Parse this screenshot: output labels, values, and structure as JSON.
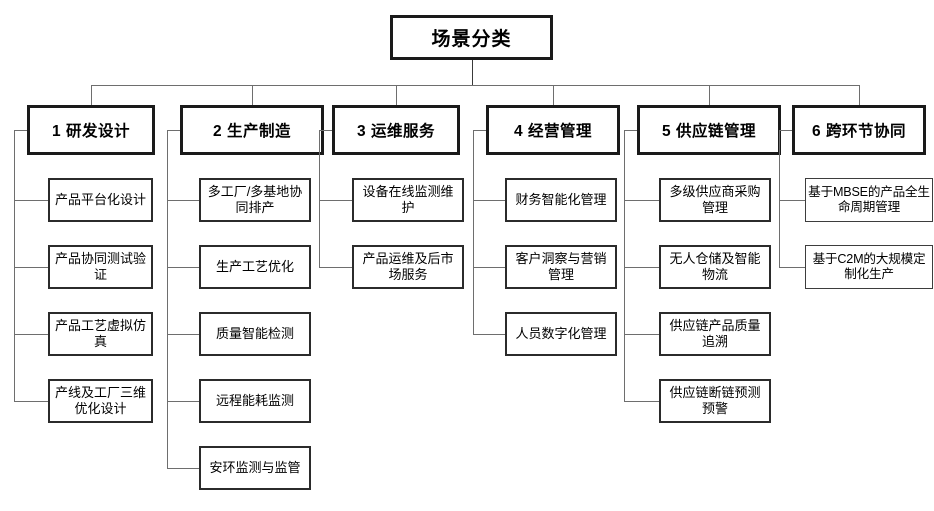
{
  "diagram": {
    "title": "场景分类",
    "type": "tree-hierarchy",
    "root": {
      "label": "场景分类"
    },
    "categories": [
      {
        "index": "1",
        "label": "1 研发设计",
        "items": [
          {
            "label": "产品平台化设计"
          },
          {
            "label": "产品协同测试验证"
          },
          {
            "label": "产品工艺虚拟仿真"
          },
          {
            "label": "产线及工厂三维优化设计"
          }
        ]
      },
      {
        "index": "2",
        "label": "2 生产制造",
        "items": [
          {
            "label": "多工厂/多基地协同排产"
          },
          {
            "label": "生产工艺优化"
          },
          {
            "label": "质量智能检测"
          },
          {
            "label": "远程能耗监测"
          },
          {
            "label": "安环监测与监管"
          }
        ]
      },
      {
        "index": "3",
        "label": "3 运维服务",
        "items": [
          {
            "label": "设备在线监测维护"
          },
          {
            "label": "产品运维及后市场服务"
          }
        ]
      },
      {
        "index": "4",
        "label": "4 经营管理",
        "items": [
          {
            "label": "财务智能化管理"
          },
          {
            "label": "客户洞察与营销管理"
          },
          {
            "label": "人员数字化管理"
          }
        ]
      },
      {
        "index": "5",
        "label": "5 供应链管理",
        "items": [
          {
            "label": "多级供应商采购管理"
          },
          {
            "label": "无人仓储及智能物流"
          },
          {
            "label": "供应链产品质量追溯"
          },
          {
            "label": "供应链断链预测预警"
          }
        ]
      },
      {
        "index": "6",
        "label": "6 跨环节协同",
        "items": [
          {
            "label": "基于MBSE的产品全生命周期管理"
          },
          {
            "label": "基于C2M的大规模定制化生产"
          }
        ]
      }
    ]
  },
  "colors": {
    "background": "#ffffff",
    "box_border": "#1a1a1a",
    "leaf_border": "#2b2b2b",
    "connector": "#6e6e6e",
    "text": "#000000"
  }
}
